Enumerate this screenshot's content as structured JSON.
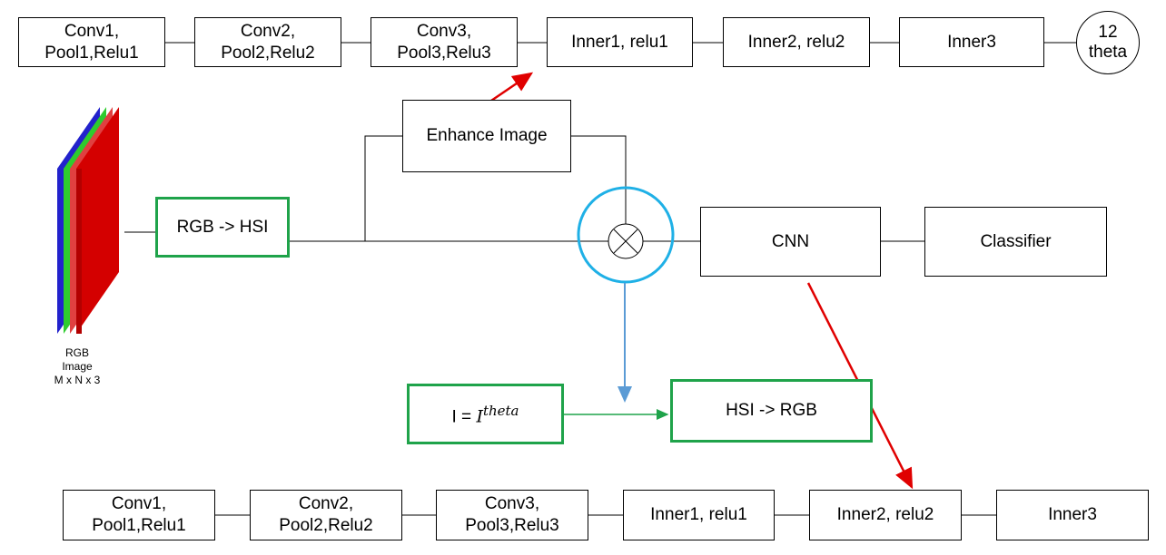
{
  "top_row": {
    "b1": [
      "Conv1,",
      "Pool1,Relu1"
    ],
    "b2": [
      "Conv2,",
      "Pool2,Relu2"
    ],
    "b3": [
      "Conv3,",
      "Pool3,Relu3"
    ],
    "b4": "Inner1, relu1",
    "b5": "Inner2, relu2",
    "b6": "Inner3",
    "out": [
      "12",
      "theta"
    ]
  },
  "middle": {
    "enhance": "Enhance Image",
    "rgb_hsi": "RGB -> HSI",
    "cnn": "CNN",
    "classifier": "Classifier",
    "hsi_rgb": "HSI -> RGB",
    "formula_lhs": "I = ",
    "formula_base": "I",
    "formula_exp": "theta"
  },
  "image_caption": [
    "RGB",
    "Image",
    "M x N x 3"
  ],
  "bottom_row": {
    "b1": [
      "Conv1,",
      "Pool1,Relu1"
    ],
    "b2": [
      "Conv2,",
      "Pool2,Relu2"
    ],
    "b3": [
      "Conv3,",
      "Pool3,Relu3"
    ],
    "b4": "Inner1, relu1",
    "b5": "Inner2, relu2",
    "b6": "Inner3"
  },
  "colors": {
    "green_border": "#1fa34a",
    "blue_circle": "#1fb0e6",
    "red_arrow": "#e00000",
    "blue_arrow": "#5b9bd5",
    "green_arrow": "#1fa34a",
    "image_red": "#d40000",
    "image_green": "#2ecc2e",
    "image_blue": "#2222cc"
  }
}
